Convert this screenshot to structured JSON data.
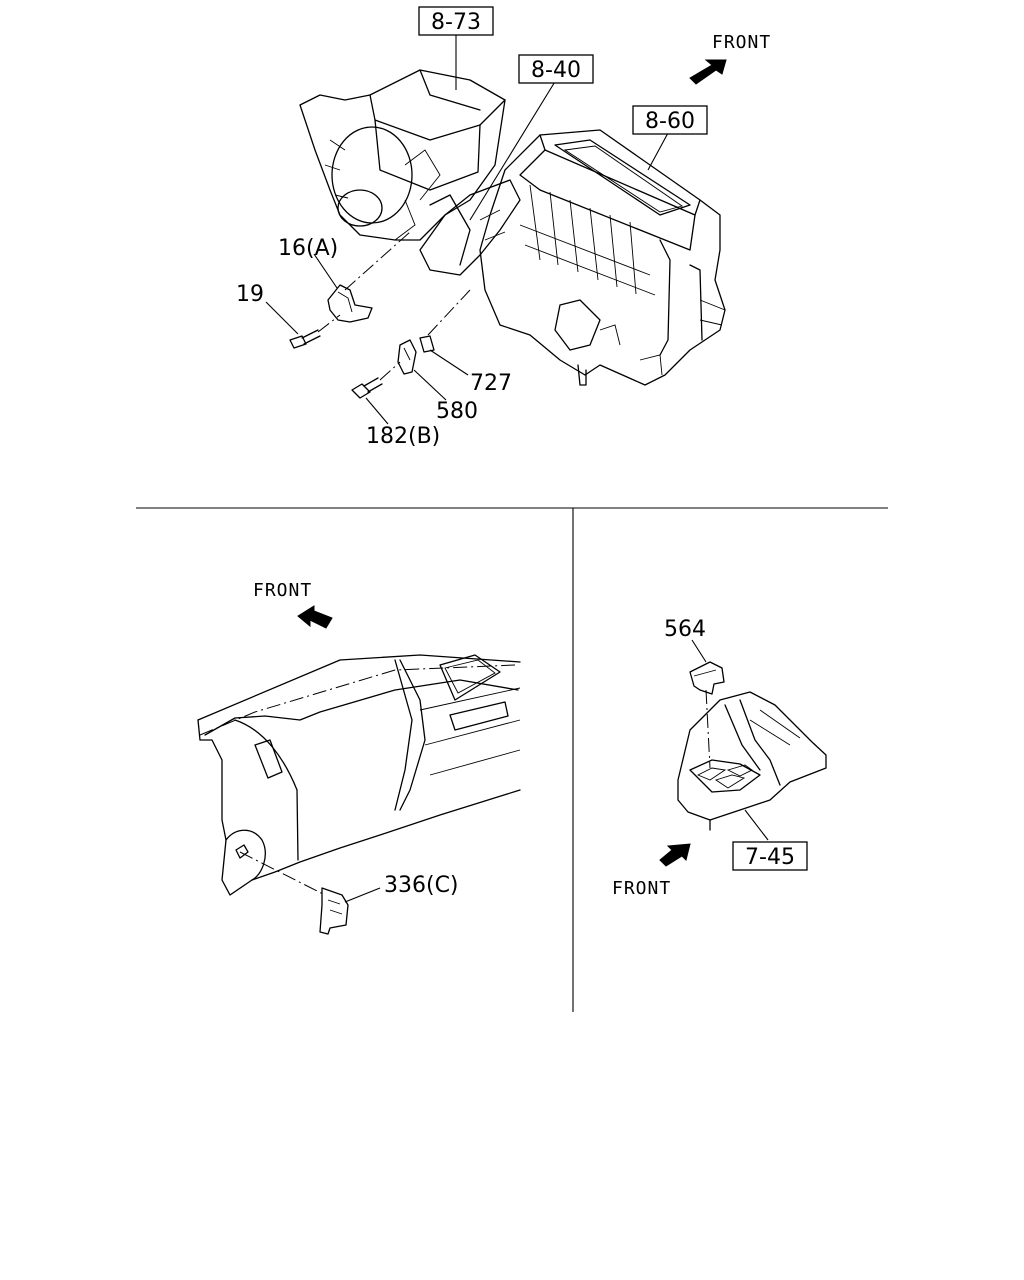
{
  "diagram": {
    "top": {
      "ref_8_73": "8-73",
      "ref_8_40": "8-40",
      "ref_8_60": "8-60",
      "front": "FRONT",
      "part_16a": "16(A)",
      "part_19": "19",
      "part_727": "727",
      "part_580": "580",
      "part_182b": "182(B)"
    },
    "bottom_left": {
      "front": "FRONT",
      "part_336c": "336(C)"
    },
    "bottom_right": {
      "part_564": "564",
      "ref_7_45": "7-45",
      "front": "FRONT"
    }
  }
}
